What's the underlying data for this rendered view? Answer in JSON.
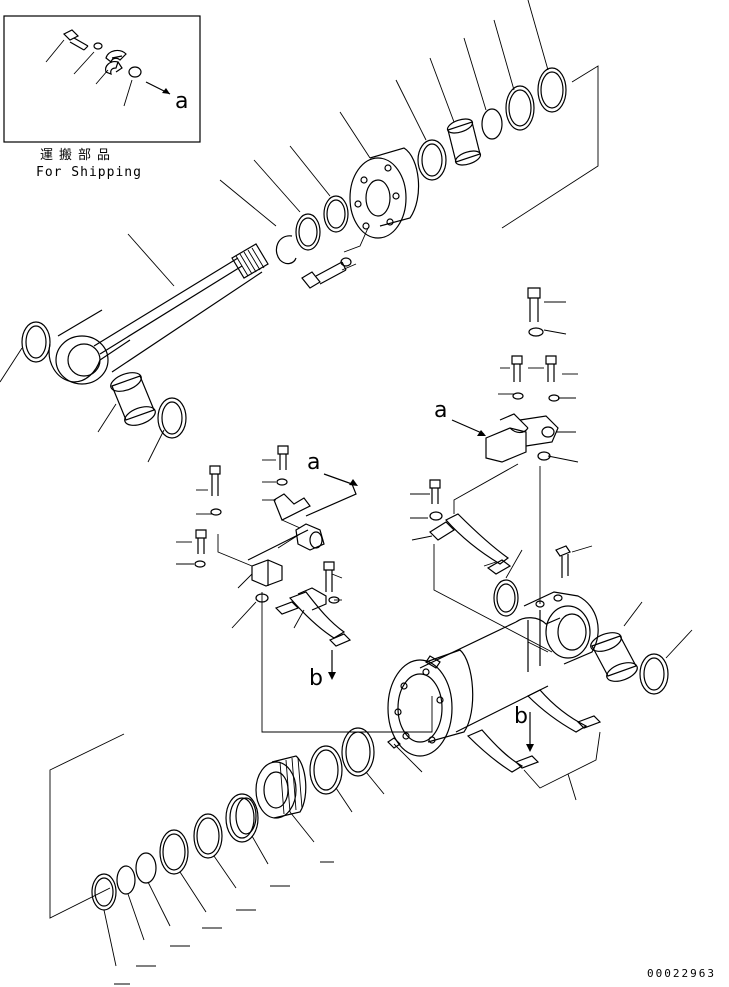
{
  "inset": {
    "caption_jp": "運搬部品",
    "caption_en": "For Shipping"
  },
  "references": {
    "a_inset": "a",
    "a_left": "a",
    "a_right": "a",
    "b_left": "b",
    "b_right": "b"
  },
  "document_number": "00022963",
  "colors": {
    "line": "#000000",
    "background": "#ffffff"
  }
}
